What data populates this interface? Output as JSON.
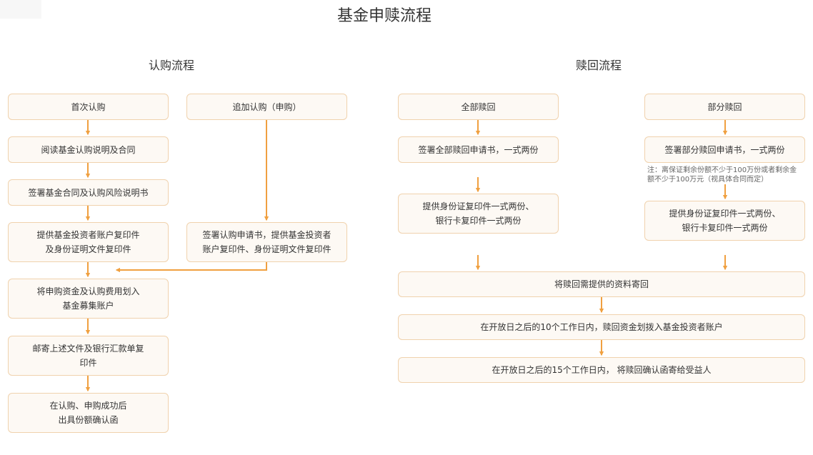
{
  "title": "基金申赎流程",
  "colors": {
    "arrow": "#f0a040",
    "box_border": "#f0d2ad",
    "box_bg": "#fdf9f4"
  },
  "subscribe": {
    "title": "认购流程",
    "first_1": "首次认购",
    "first_2": "阅读基金认购说明及合同",
    "first_3": "签署基金合同及认购风险说明书",
    "first_4": "提供基金投资者账户复印件\n及身份证明文件复印件",
    "first_5": "将申购资金及认购费用划入\n基金募集账户",
    "first_6": "邮寄上述文件及银行汇款单复\n印件",
    "first_7": "在认购、申购成功后\n出具份额确认函",
    "add_1": "追加认购（申购）",
    "add_2": "签署认购申请书，提供基金投资者\n账户复印件、身份证明文件复印件"
  },
  "redeem": {
    "title": "赎回流程",
    "full_1": "全部赎回",
    "full_2": "签署全部赎回申请书，一式两份",
    "full_3": "提供身份证复印件一式两份、\n银行卡复印件一式两份",
    "part_1": "部分赎回",
    "part_2": "签署部分赎回申请书，一式两份",
    "part_note": "注：离保证剩余份额不少于100万份或者剩余金\n额不少于100万元（视具体合同而定）",
    "part_3": "提供身份证复印件一式两份、\n银行卡复印件一式两份",
    "step_mail": "将赎回需提供的资料寄回",
    "step_10": "在开放日之后的10个工作日内，赎回资金划拨入基金投资者账户",
    "step_15": "在开放日之后的15个工作日内， 将赎回确认函寄给受益人"
  }
}
